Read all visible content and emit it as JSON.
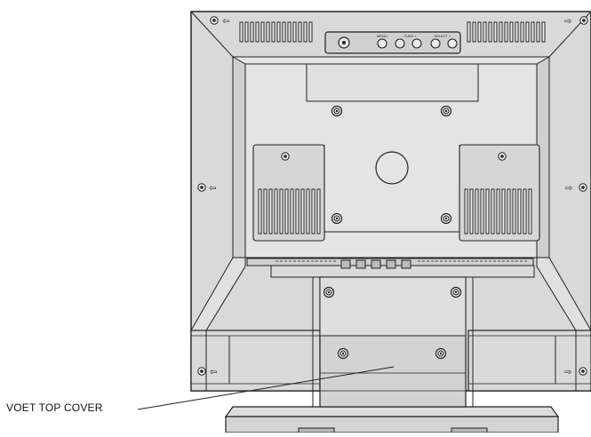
{
  "callout": {
    "label": "VOET TOP COVER"
  },
  "control_panel": {
    "labels": [
      "MENU",
      "- FUNC +",
      "- SELECT +"
    ],
    "buttons": [
      "power",
      "menu",
      "func-minus",
      "func-plus",
      "select-minus",
      "select-plus"
    ]
  },
  "icons": [
    "screw-icon",
    "arrow-left-icon",
    "arrow-right-icon"
  ],
  "colors": {
    "line": "#222222",
    "panel": "#d8d8d8",
    "panel_light": "#e6e6e6",
    "background": "#ffffff"
  }
}
